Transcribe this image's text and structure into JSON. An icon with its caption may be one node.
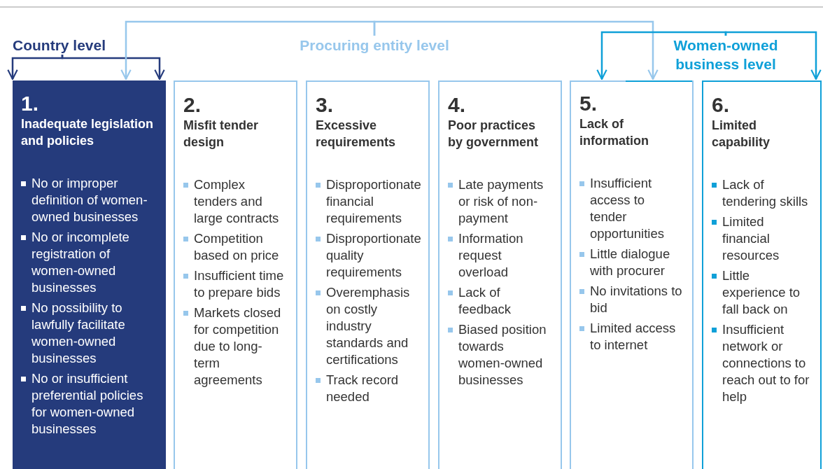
{
  "diagram": {
    "nodes": [
      {
        "text": [
          "Country level"
        ]
      },
      {
        "text": [
          "Procuring entity level"
        ]
      },
      {
        "text": [
          "Women-owned business level"
        ]
      },
      {
        "text": [
          "1.",
          "Inadequate legislation and policies",
          "No or improper definition of women-owned businesses",
          "No or incomplete registration of women-owned businesses",
          "No possibility to lawfully facilitate women-owned businesses",
          "No or insufficient preferential policies for women-owned businesses"
        ]
      },
      {
        "text": [
          "2.",
          "Misfit tender design",
          "Complex tenders and large contracts",
          "Competition based on price",
          "Insufficient time to prepare bids",
          "Markets closed for competition due to long-term agreements"
        ]
      },
      {
        "text": [
          "3.",
          "Excessive requirements",
          "Disproportionate financial requirements",
          "Disproportionate quality requirements",
          "Overemphasis on costly industry standards and certifications",
          "Track record needed"
        ]
      },
      {
        "text": [
          "4.",
          "Poor practices by government",
          "Late payments or risk of non-payment",
          "Information request overload",
          "Lack of feedback",
          "Biased position towards women-owned businesses"
        ]
      },
      {
        "text": [
          "5.",
          "Lack of information",
          "Insufficient access to tender opportunities",
          "Little dialogue with procurer",
          "No invitations to bid",
          "Limited access to internet"
        ]
      },
      {
        "text": [
          "6.",
          "Limited capability",
          "Lack of tendering skills",
          "Limited financial resources",
          "Little experience to fall back on",
          "Insufficient network or connections to reach out to for help"
        ]
      }
    ],
    "edges": [
      {
        "from": 0,
        "to": 3,
        "arrow": "to",
        "color": "#253b7c"
      },
      {
        "from": 0,
        "to": 3,
        "arrow": "to",
        "color": "#253b7c"
      },
      {
        "from": 1,
        "to": 3,
        "arrow": "to",
        "color": "#97c7ec"
      },
      {
        "from": 1,
        "to": 7,
        "arrow": "to",
        "color": "#97c7ec"
      },
      {
        "from": 2,
        "to": 7,
        "arrow": "to",
        "color": "#0fa0d8"
      },
      {
        "from": 2,
        "to": 8,
        "arrow": "to",
        "color": "#0fa0d8"
      }
    ]
  }
}
